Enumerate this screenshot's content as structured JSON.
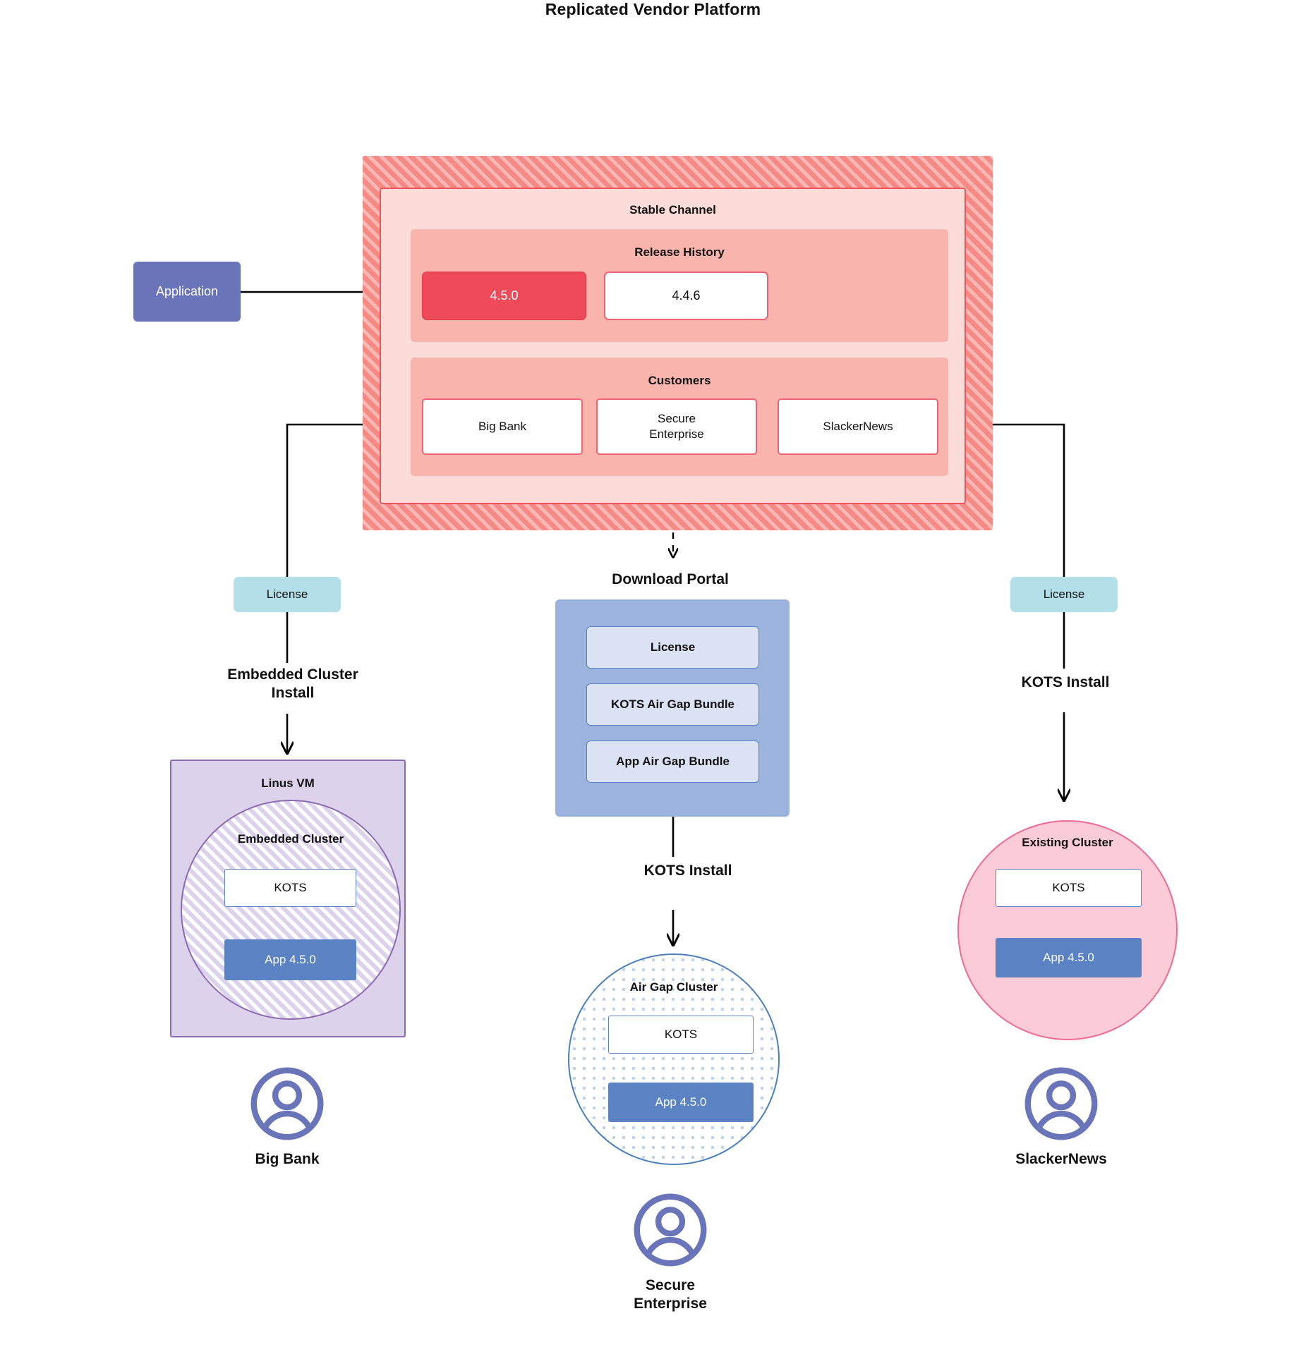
{
  "diagram": {
    "title": "Replicated Vendor Platform"
  },
  "application": {
    "label": "Application"
  },
  "vendor_platform": {
    "title": "Replicated Vendor Platform",
    "channel": {
      "title": "Stable Channel",
      "release_history": {
        "title": "Release History",
        "releases": [
          {
            "version": "4.5.0",
            "state": "current"
          },
          {
            "version": "4.4.6",
            "state": "past"
          }
        ]
      },
      "customers": {
        "title": "Customers",
        "items": [
          {
            "name": "Big Bank"
          },
          {
            "name": "Secure\nEnterprise"
          },
          {
            "name": "SlackerNews"
          }
        ]
      }
    }
  },
  "licenses": {
    "left_label": "License",
    "right_label": "License"
  },
  "flows": {
    "embedded_cluster_install": "Embedded Cluster\nInstall",
    "kots_install_right": "KOTS Install",
    "kots_install_middle": "KOTS Install"
  },
  "download_portal": {
    "title": "Download  Portal",
    "items": [
      {
        "label": "License"
      },
      {
        "label": "KOTS Air Gap Bundle"
      },
      {
        "label": "App Air Gap Bundle"
      }
    ]
  },
  "linux_vm": {
    "title": "Linus VM",
    "embedded_cluster": {
      "title": "Embedded Cluster",
      "kots": "KOTS",
      "app": "App 4.5.0"
    }
  },
  "air_gap_cluster": {
    "title": "Air Gap Cluster",
    "kots": "KOTS",
    "app": "App 4.5.0"
  },
  "existing_cluster": {
    "title": "Existing Cluster",
    "kots": "KOTS",
    "app": "App 4.5.0"
  },
  "actors": [
    {
      "name": "Big Bank"
    },
    {
      "name": "Secure\nEnterprise"
    },
    {
      "name": "SlackerNews"
    }
  ],
  "colors": {
    "platform_hatch": "#f58a85",
    "channel_bg": "#fbdcd8",
    "channel_border": "#f1535a",
    "section_bg": "#f9b5ad",
    "release_current": "#ee4a5a",
    "application": "#6a74b9",
    "license": "#b3e0e8",
    "portal": "#9cb3dd",
    "portal_item": "#dbe2f4",
    "app_blue": "#5b83c4",
    "linuxvm": "#ddd2eb",
    "linuxvm_border": "#8b6bb1",
    "existing_cluster": "#fbccd8",
    "existing_cluster_border": "#ef6a94",
    "airgap_border": "#4e7fbd",
    "connector": "#000000"
  }
}
